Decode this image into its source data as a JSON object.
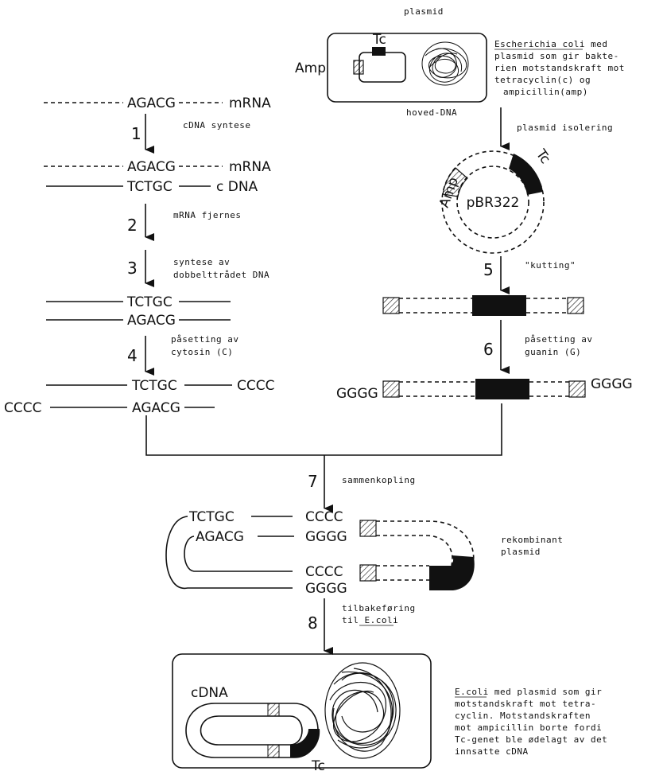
{
  "top": {
    "plasmid_label": "plasmid",
    "tc": "Tc",
    "amp": "Amp",
    "hoved_dna": "hoved-DNA",
    "ecoli_desc": [
      "Escherichia coli med",
      "plasmid som gir bakte-",
      "rien motstandskraft mot",
      "tetracyclin(c) og",
      "ampicillin(amp)"
    ],
    "isolation": "plasmid isolering",
    "pbr": "pBR322"
  },
  "left": {
    "row1_seq": "AGACG",
    "row1_tag": "mRNA",
    "row2_seq": "AGACG",
    "row2_tag": "mRNA",
    "row3_seq": "TCTGC",
    "row3_tag": "c DNA",
    "row4_seq": "TCTGC",
    "row5_seq": "AGACG",
    "row6_seq": "TCTGC",
    "row6_tail": "CCCC",
    "row7_head": "CCCC",
    "row7_seq": "AGACG"
  },
  "steps": [
    {
      "n": "1",
      "text": [
        "cDNA syntese"
      ]
    },
    {
      "n": "2",
      "text": [
        "mRNA fjernes"
      ]
    },
    {
      "n": "3",
      "text": [
        "syntese av",
        "dobbelttrådet DNA"
      ]
    },
    {
      "n": "4",
      "text": [
        "påsetting av",
        "cytosin (C)"
      ]
    },
    {
      "n": "5",
      "text": [
        "\"kutting\""
      ]
    },
    {
      "n": "6",
      "text": [
        "påsetting av",
        "guanin (G)"
      ]
    },
    {
      "n": "7",
      "text": [
        "sammenkopling"
      ]
    },
    {
      "n": "8",
      "text": [
        "tilbakeføring",
        "til E.coli"
      ]
    }
  ],
  "right": {
    "gggg_left": "GGGG",
    "gggg_right": "GGGG"
  },
  "recombinant": {
    "tctgc": "TCTGC",
    "agacg": "AGACG",
    "cccc1": "CCCC",
    "gggg1": "GGGG",
    "cccc2": "CCCC",
    "gggg2": "GGGG",
    "label": [
      "rekombinant",
      "plasmid"
    ]
  },
  "bottom": {
    "cdna": "cDNA",
    "tc": "Tc",
    "desc": [
      "E.coli med plasmid som gir",
      "motstandskraft mot tetra-",
      "cyclin. Motstandskraften",
      "mot ampicillin borte fordi",
      "Tc-genet ble ødelagt av det",
      "innsatte cDNA"
    ]
  }
}
